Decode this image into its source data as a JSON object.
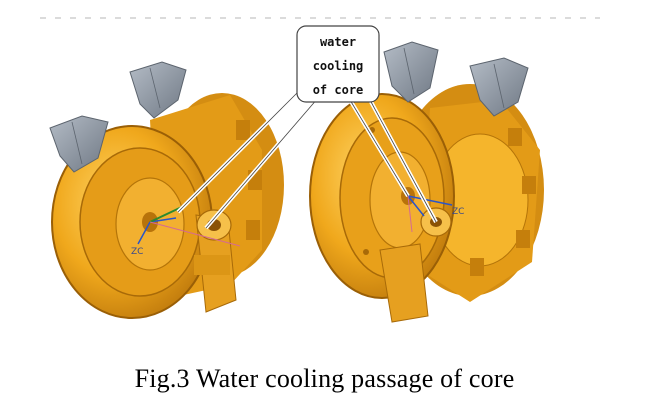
{
  "callout": {
    "line1": "water",
    "line2": "cooling",
    "line3": "of core"
  },
  "axis_labels": {
    "left": "ZC",
    "right": "ZC"
  },
  "caption": "Fig.3 Water cooling passage of core",
  "colors": {
    "part_orange": "#f0a81c",
    "part_shadow": "#c47d0a",
    "part_highlight": "#ffd25a",
    "gate_blocks": "#8d97a3"
  }
}
